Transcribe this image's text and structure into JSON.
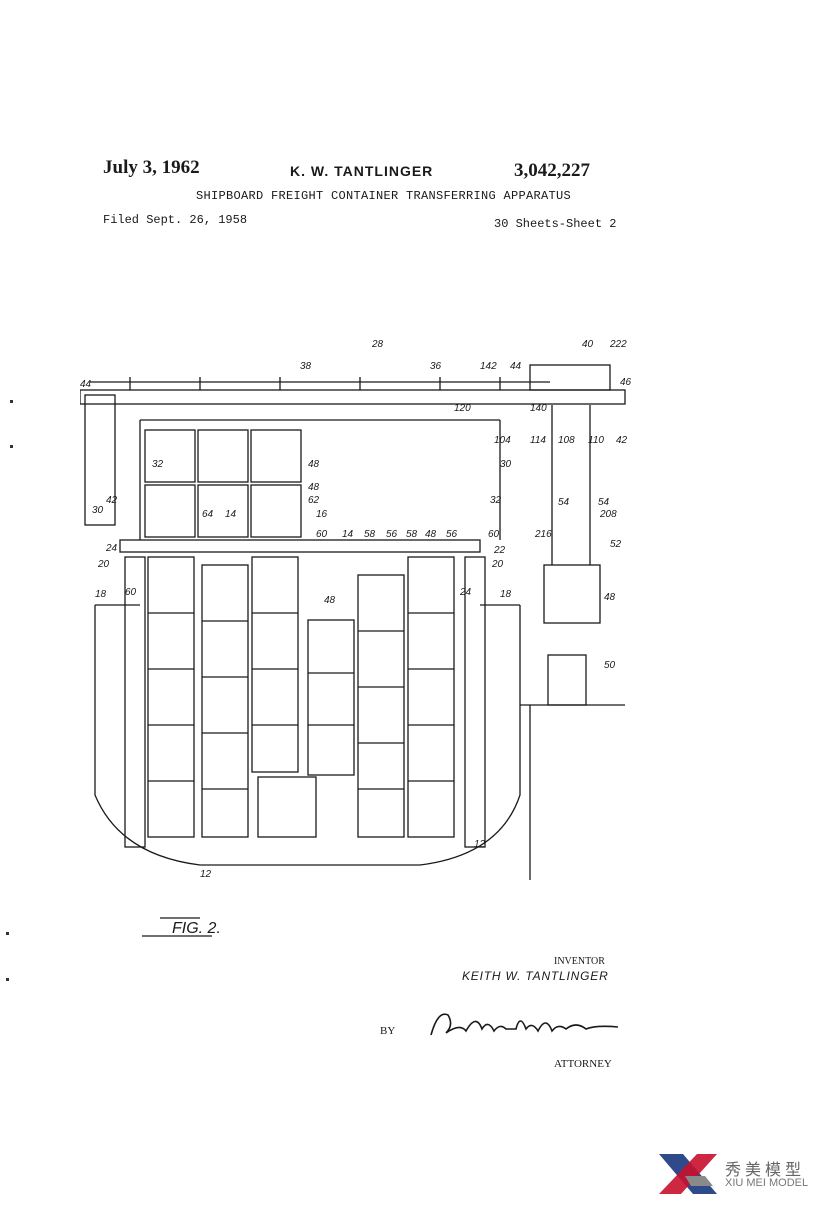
{
  "header": {
    "date": "July 3, 1962",
    "inventor": "K. W. TANTLINGER",
    "patent_number": "3,042,227",
    "title": "SHIPBOARD FREIGHT CONTAINER TRANSFERRING APPARATUS",
    "filed": "Filed Sept. 26, 1958",
    "sheets": "30 Sheets-Sheet 2"
  },
  "drawing": {
    "reference_numerals": [
      "28",
      "38",
      "36",
      "142",
      "44",
      "40",
      "222",
      "46",
      "44",
      "120",
      "140",
      "104",
      "114",
      "108",
      "110",
      "42",
      "32",
      "48",
      "30",
      "48",
      "62",
      "64",
      "14",
      "16",
      "42",
      "32",
      "30",
      "24",
      "60",
      "14",
      "58",
      "56",
      "58",
      "48",
      "56",
      "60",
      "22",
      "216",
      "208",
      "52",
      "20",
      "20",
      "54",
      "54",
      "60",
      "48",
      "24",
      "18",
      "18",
      "48",
      "50",
      "12",
      "12"
    ],
    "figure_label": "FIG. 2."
  },
  "signature_block": {
    "inventor_caption": "INVENTOR",
    "inventor_name": "KEITH W. TANTLINGER",
    "by": "BY",
    "signature": "Albert H. Kirchner",
    "attorney_caption": "ATTORNEY"
  },
  "watermark": {
    "chinese": "秀美模型",
    "english": "XIU MEI MODEL",
    "colors": {
      "red": "#c8102e",
      "blue": "#2f4a8a",
      "gray": "#8a8a8a"
    }
  }
}
